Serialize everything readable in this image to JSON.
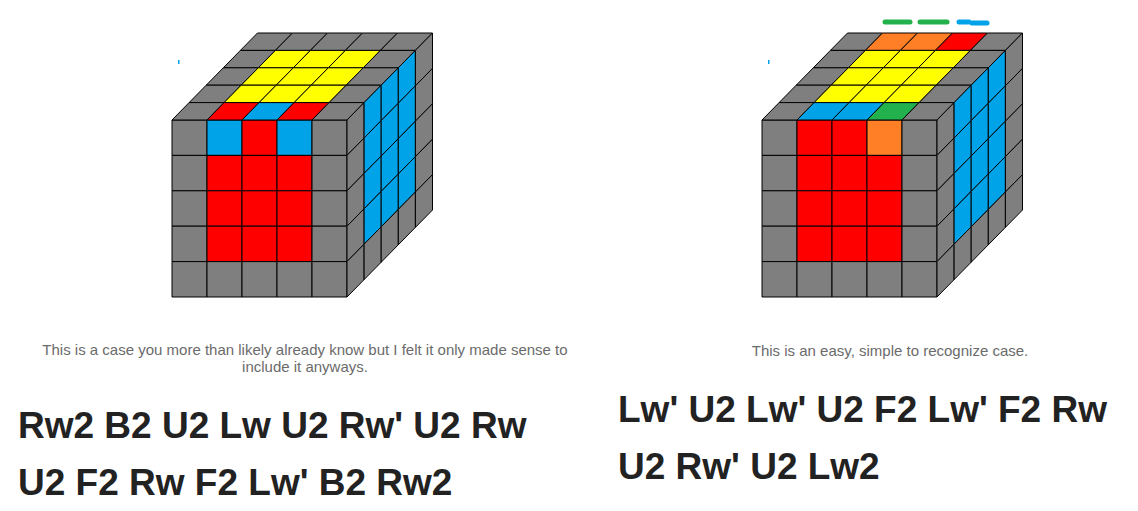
{
  "diagram": {
    "labels": [
      "This is a case you more than likely already know but I felt it only made sense to include it anyways.",
      "Rw2 B2 U2 Lw U2 Rw' U2 Rw U2 F2 Rw F2 Lw' B2 Rw2",
      "This is an easy, simple to recognize case.",
      "Lw' U2 Lw' U2 F2 Lw' F2 Rw U2 Rw' U2 Lw2"
    ]
  }
}
